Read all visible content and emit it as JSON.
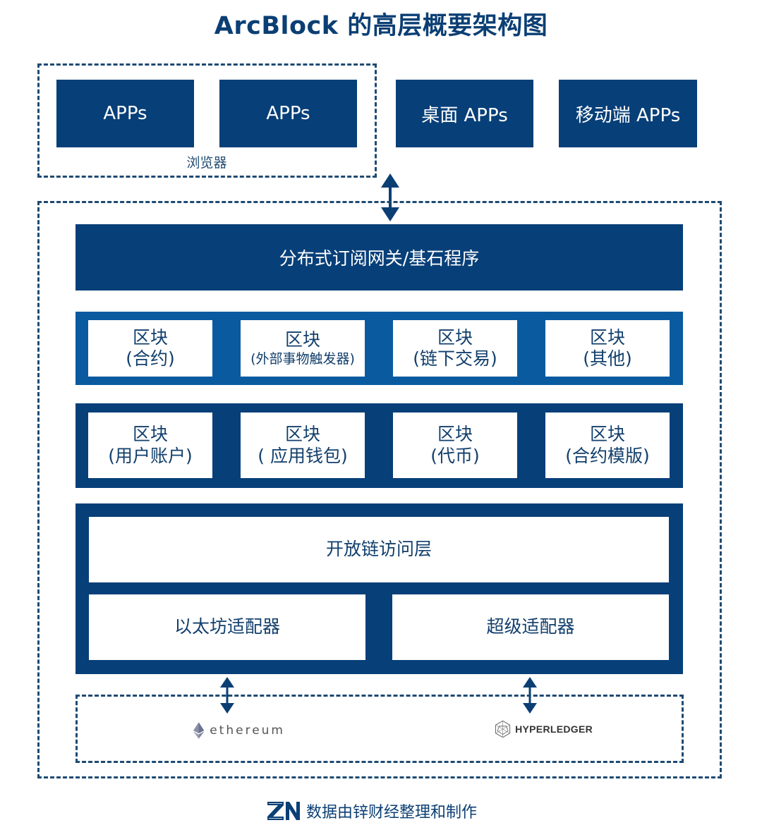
{
  "title": "ArcBlock 的高层概要架构图",
  "top_row": {
    "browser_group_label": "浏览器",
    "apps": [
      "APPs",
      "APPs",
      "桌面 APPs",
      "移动端 APPs"
    ]
  },
  "gateway": "分布式订阅网关/基石程序",
  "block_row_1": [
    {
      "line1": "区块",
      "line2": "(合约)"
    },
    {
      "line1": "区块",
      "line2": "(外部事物触发器)"
    },
    {
      "line1": "区块",
      "line2": "(链下交易)"
    },
    {
      "line1": "区块",
      "line2": "(其他)"
    }
  ],
  "block_row_2": [
    {
      "line1": "区块",
      "line2": "(用户账户)"
    },
    {
      "line1": "区块",
      "line2": "( 应用钱包)"
    },
    {
      "line1": "区块",
      "line2": "(代币)"
    },
    {
      "line1": "区块",
      "line2": "(合约模版)"
    }
  ],
  "access_layer": {
    "title": "开放链访问层",
    "adapters": [
      "以太坊适配器",
      "超级适配器"
    ]
  },
  "chains": {
    "ethereum": "ethereum",
    "hyperledger": "HYPERLEDGER"
  },
  "footer": {
    "logo": "ZN",
    "credit": "数据由锌财经整理和制作"
  },
  "colors": {
    "navy": "#073f78",
    "mid_blue": "#0a5aa0",
    "text": "#123f6c"
  }
}
